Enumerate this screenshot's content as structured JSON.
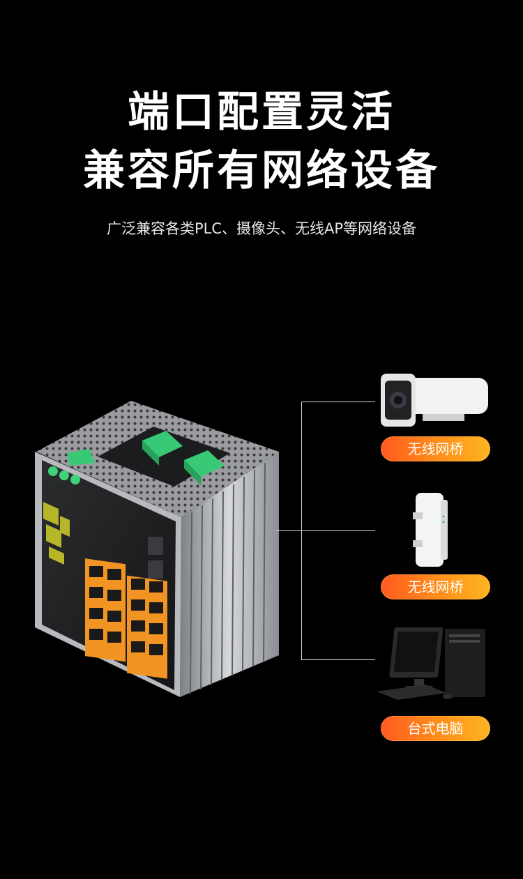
{
  "heading": {
    "line1": "端口配置灵活",
    "line2": "兼容所有网络设备",
    "subtitle": "广泛兼容各类PLC、摄像头、无线AP等网络设备"
  },
  "devices": [
    {
      "icon": "bullet-camera-icon",
      "label": "无线网桥"
    },
    {
      "icon": "wireless-bridge-icon",
      "label": "无线网桥"
    },
    {
      "icon": "desktop-computer-icon",
      "label": "台式电脑"
    }
  ],
  "colors": {
    "background": "#000000",
    "pill_start": "#ff5a1f",
    "pill_end": "#ffb520",
    "port_orange": "#f29423",
    "terminal_green": "#3fd27a"
  }
}
